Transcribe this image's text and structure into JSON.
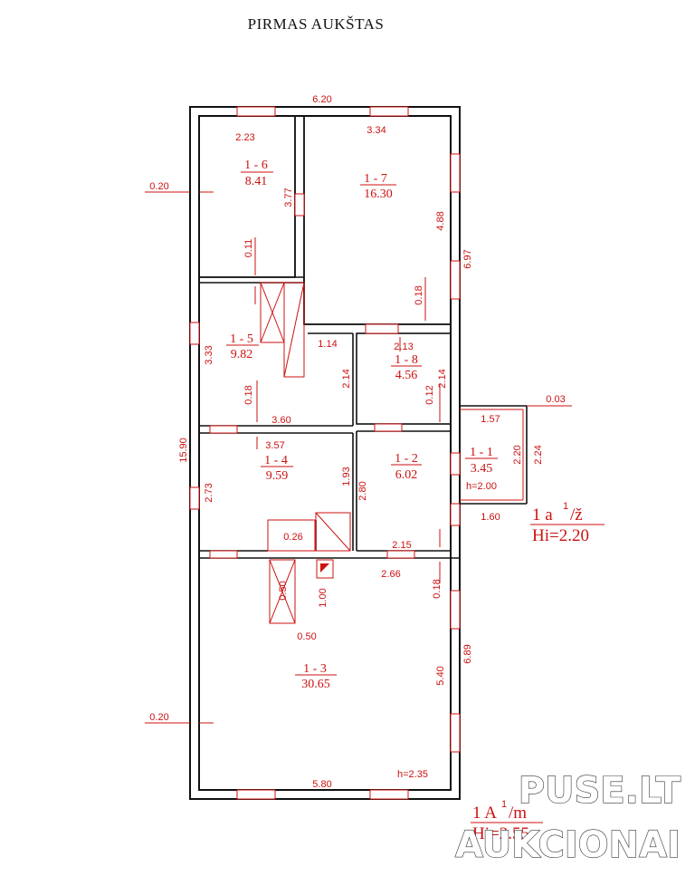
{
  "title": "PIRMAS AUKŠTAS",
  "dimensions": {
    "top_width": "6.20",
    "left_offset_top": "0.20",
    "left_offset_bottom": "0.20",
    "left_total": "15.90",
    "right_upper": "6.97",
    "right_lower": "6.89",
    "ext_offset": "0.03",
    "ext_width_top": "1.57",
    "ext_width_bottom": "1.60",
    "ext_height_inner": "2.20",
    "ext_height_outer": "2.24",
    "r16_width": "2.23",
    "r16_height": "3.77",
    "r16_wall": "0.11",
    "r17_width": "3.34",
    "r17_height": "4.88",
    "r17_wall": "0.18",
    "r15_height": "3.33",
    "r15_height2": "2.14",
    "r15_wall": "0.18",
    "r15_width": "3.60",
    "r15_stove": "1.14",
    "r18_width": "2.13",
    "r18_height": "2.14",
    "r18_wall": "0.12",
    "r14_width": "3.57",
    "r14_height": "2.73",
    "r14_height2": "1.93",
    "r12_height": "2.80",
    "r12_width": "2.15",
    "r13_width_top": "2.66",
    "r13_wall": "0.18",
    "r13_height": "5.40",
    "r13_width": "5.80",
    "r13_chimney_h": "1.00",
    "r13_chimney_w": "0.50",
    "stove1": "0.26",
    "stove2": "0.50"
  },
  "rooms": [
    {
      "id": "1 - 6",
      "area": "8.41"
    },
    {
      "id": "1 - 7",
      "area": "16.30"
    },
    {
      "id": "1 - 5",
      "area": "9.82"
    },
    {
      "id": "1 - 8",
      "area": "4.56"
    },
    {
      "id": "1 - 4",
      "area": "9.59"
    },
    {
      "id": "1 - 2",
      "area": "6.02"
    },
    {
      "id": "1 - 1",
      "area": "3.45",
      "height": "h=2.00"
    },
    {
      "id": "1 - 3",
      "area": "30.65",
      "height": "h=2.35"
    }
  ],
  "annex": {
    "label_main": "1 a",
    "label_sup": "1",
    "label_suffix": "/ž",
    "height": "Hi=2.20"
  },
  "building": {
    "label_main": "1 A",
    "label_sup": "1",
    "label_suffix": "/m",
    "height": "Hi=2.55"
  },
  "watermark": {
    "line1": "PUSE.LT",
    "line2": "AUKCIONAI"
  }
}
